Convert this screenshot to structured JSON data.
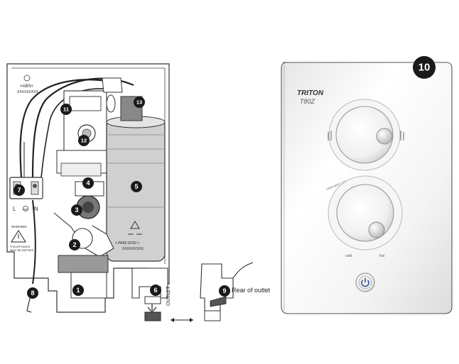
{
  "callouts": {
    "c1": "1",
    "c2": "2",
    "c3": "3",
    "c4": "4",
    "c5": "5",
    "c6": "6",
    "c7": "7",
    "c8": "8",
    "c9": "9",
    "c10": "10",
    "c11": "11",
    "c12": "12",
    "c13": "13"
  },
  "labels": {
    "rear_of_outlet": "Rear of outlet",
    "outlet": "OUTLET",
    "abs_mark": ">ABS<",
    "serial_top": "XXXXXXXXX",
    "tank_marking": "> PA66 GF30 <",
    "tank_serial": "XXXXXXXXX",
    "terminal_l": "L",
    "terminal_n": "N",
    "warning_title": "WARNING",
    "warning_line1": "THIS APPLIANCE",
    "warning_line2": "MUST BE EARTHED"
  },
  "panel": {
    "brand": "TRITON",
    "model": "T80Z",
    "dial_text": "HIGH MED LOW",
    "cold_label": "cold",
    "hot_label": "hot"
  },
  "icons": {
    "recycle": "recycle-icon",
    "warning": "warning-triangle-icon",
    "power": "power-icon",
    "earth": "earth-symbol-icon"
  }
}
